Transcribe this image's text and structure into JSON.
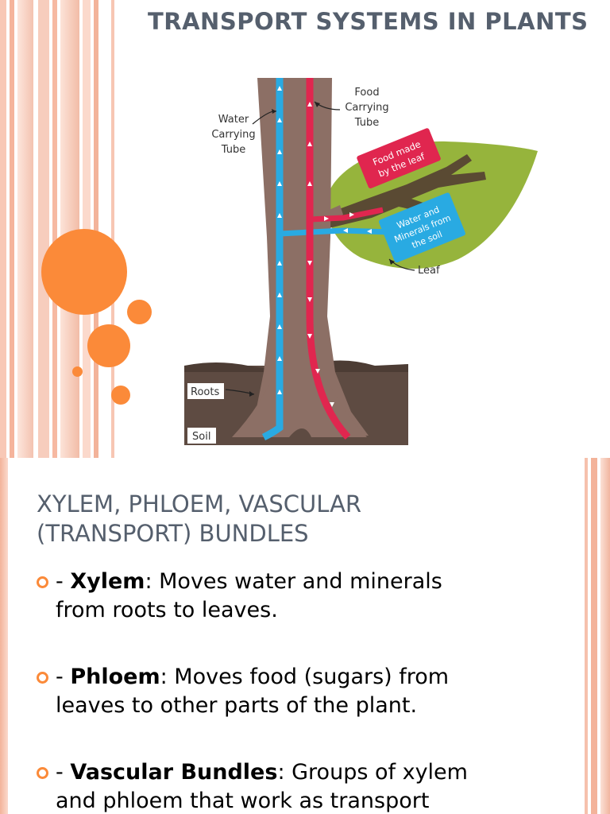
{
  "slide1": {
    "title": "TRANSPORT SYSTEMS IN PLANTS",
    "diagram": {
      "labels": {
        "water_tube": [
          "Water",
          "Carrying",
          "Tube"
        ],
        "food_tube": [
          "Food",
          "Carrying",
          "Tube"
        ],
        "food_made": [
          "Food made",
          "by the leaf"
        ],
        "water_minerals": [
          "Water and",
          "Minerals from",
          "the soil"
        ],
        "leaf": "Leaf",
        "roots": "Roots",
        "soil": "Soil"
      },
      "colors": {
        "trunk": "#8c6f65",
        "water": "#29aae2",
        "food": "#e0264f",
        "leaf": "#96b43c",
        "branch": "#5a4a33",
        "soil": "#5e4b42"
      }
    }
  },
  "slide2": {
    "title_line1": "XYLEM, PHLOEM, VASCULAR",
    "title_line2": "(TRANSPORT) BUNDLES",
    "bullets": [
      {
        "prefix": "- ",
        "term": "Xylem",
        "line1_rest": ": Moves water and minerals",
        "line2": "from roots to leaves."
      },
      {
        "prefix": "- ",
        "term": "Phloem",
        "line1_rest": ": Moves food (sugars) from",
        "line2": "leaves to other parts of the plant."
      },
      {
        "prefix": "- ",
        "term": "Vascular Bundles",
        "line1_rest": ": Groups of xylem",
        "line2": "and phloem that work as transport"
      }
    ]
  },
  "theme": {
    "accent": "#fb8a39",
    "title_color": "#555f6d",
    "stripe_color": "#f4b39c"
  }
}
